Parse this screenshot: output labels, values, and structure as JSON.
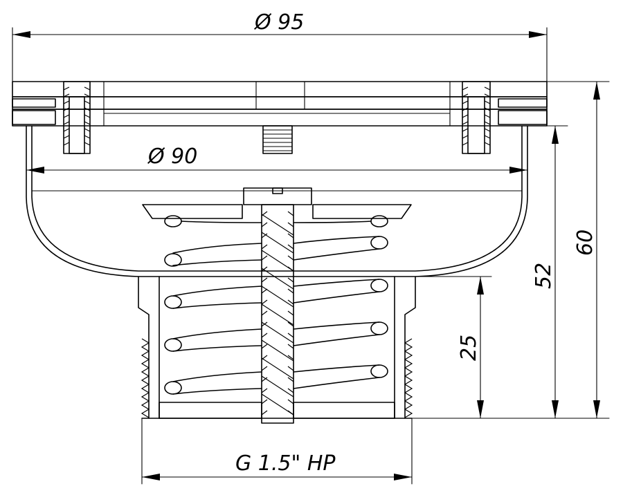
{
  "dimensions": {
    "outer_diameter": "Ø 95",
    "inner_diameter": "Ø 90",
    "total_height": "60",
    "body_height": "52",
    "neck_height": "25",
    "thread_spec": "G 1.5\" HP"
  },
  "colors": {
    "line": "#000000",
    "background": "#ffffff"
  }
}
